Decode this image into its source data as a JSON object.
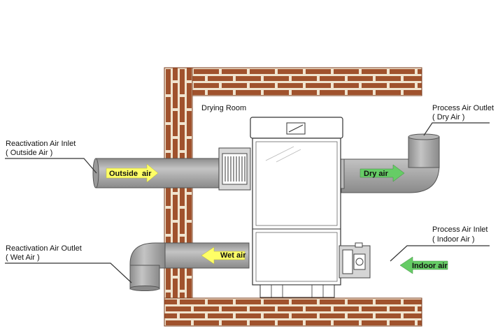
{
  "room": {
    "title": "Drying Room"
  },
  "labels": {
    "reactivation_inlet": {
      "line1": "Reactivation Air Inlet",
      "line2": "( Outside Air )"
    },
    "reactivation_outlet": {
      "line1": "Reactivation Air Outlet",
      "line2": "( Wet Air )"
    },
    "process_outlet": {
      "line1": "Process Air Outlet",
      "line2": "( Dry Air )"
    },
    "process_inlet": {
      "line1": "Process Air Inlet",
      "line2": "( Indoor Air )"
    }
  },
  "flows": {
    "outside_air": "Outside  air",
    "wet_air": "Wet air",
    "dry_air": "Dry air",
    "indoor_air": "Indoor air"
  },
  "colors": {
    "brick": "#a0522d",
    "mortar": "#f0e4cf",
    "duct": "#a9a9a9",
    "arrow_yellow": "#ffff66",
    "arrow_green": "#66cc66"
  }
}
